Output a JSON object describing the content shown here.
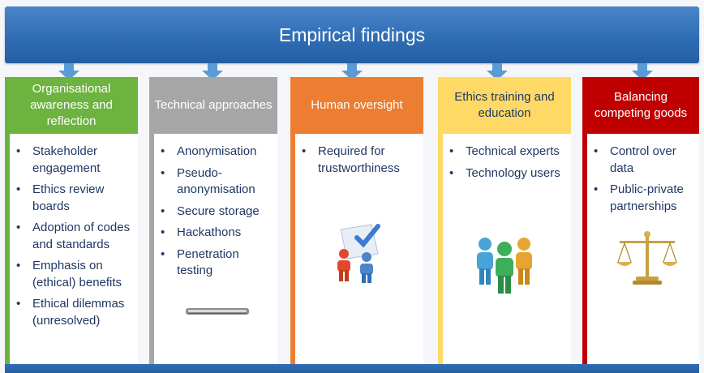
{
  "title": "Empirical findings",
  "columns": [
    {
      "heading": "Organisational awareness and reflection",
      "color": "#6db33f",
      "items": [
        "Stakeholder engagement",
        "Ethics review boards",
        "Adoption of codes and standards",
        "Emphasis on (ethical) benefits",
        "Ethical dilemmas (unresolved)"
      ]
    },
    {
      "heading": "Technical approaches",
      "color": "#a6a6a6",
      "items": [
        "Anonymisation",
        "Pseudo-anonymisation",
        "Secure storage",
        "Hackathons",
        "Penetration testing"
      ],
      "icon": "keyboard-icon"
    },
    {
      "heading": "Human oversight",
      "color": "#ed7d31",
      "items": [
        "Required for trustworthiness"
      ],
      "icon": "people-checkmark-icon"
    },
    {
      "heading": "Ethics training and education",
      "color": "#ffd966",
      "items": [
        "Technical experts",
        "Technology users"
      ],
      "icon": "team-group-icon"
    },
    {
      "heading": "Balancing competing goods",
      "color": "#c00000",
      "items": [
        "Control over data",
        "Public-private partnerships"
      ],
      "icon": "balance-scale-icon"
    }
  ],
  "colors": {
    "banner": "#2f6db5",
    "arrow": "#5b9bd5",
    "bullet_text": "#1f3864"
  }
}
